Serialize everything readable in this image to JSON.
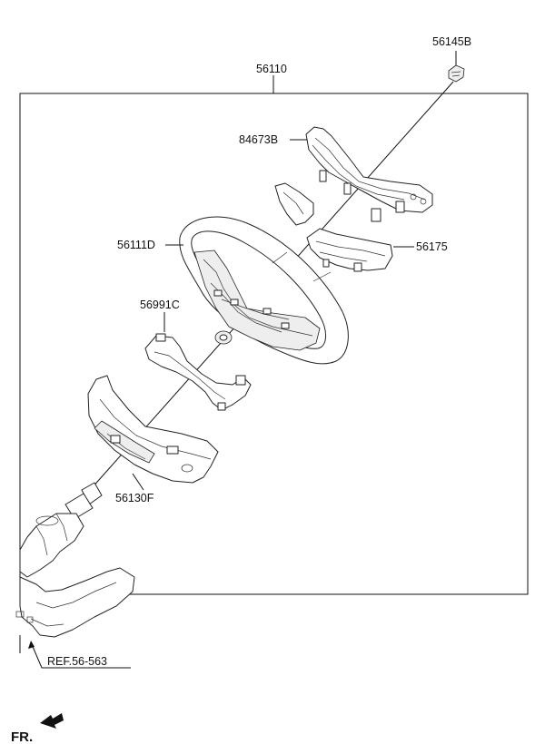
{
  "parts": {
    "p56145b": "56145B",
    "p56110": "56110",
    "p84673b": "84673B",
    "p56111d": "56111D",
    "p56175": "56175",
    "p56991c": "56991C",
    "p56130f": "56130F"
  },
  "reference": "REF.56-563",
  "direction_label": "FR."
}
